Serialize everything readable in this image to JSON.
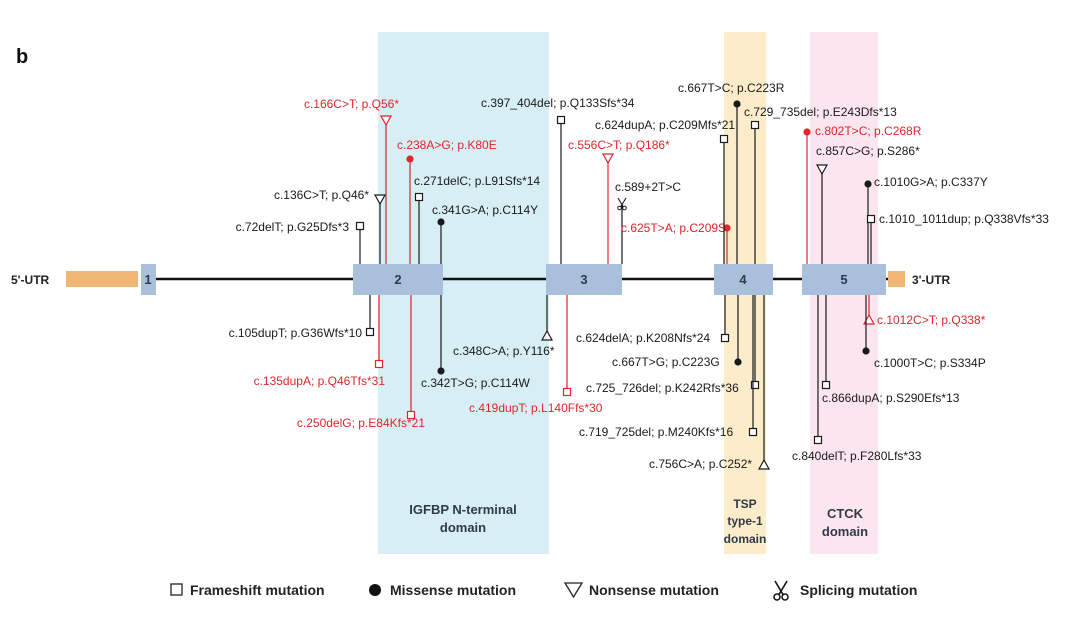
{
  "panel_label": "b",
  "colors": {
    "red": "#e0252b",
    "black": "#1a1a1a",
    "exon": "#a9bfdc",
    "utr": "#f0b774",
    "igfbp_bg": "#d7eef4",
    "tsp_bg": "#fcecc9",
    "ctck_bg": "#fbe6f0"
  },
  "utr": {
    "five": "5'-UTR",
    "three": "3'-UTR"
  },
  "exons": [
    "1",
    "2",
    "3",
    "4",
    "5"
  ],
  "domains": {
    "igfbp": [
      "IGFBP N-terminal",
      "domain"
    ],
    "tsp": [
      "TSP",
      "type-1",
      "domain"
    ],
    "ctck": [
      "CTCK",
      "domain"
    ]
  },
  "mutations": {
    "above": [
      {
        "label": "c.166C>T; p.Q56*",
        "type": "nonsense",
        "color": "red"
      },
      {
        "label": "c.238A>G; p.K80E",
        "type": "missense",
        "color": "red"
      },
      {
        "label": "c.136C>T; p.Q46*",
        "type": "nonsense",
        "color": "black"
      },
      {
        "label": "c.271delC; p.L91Sfs*14",
        "type": "frameshift",
        "color": "black"
      },
      {
        "label": "c.341G>A; p.C114Y",
        "type": "missense",
        "color": "black"
      },
      {
        "label": "c.72delT; p.G25Dfs*3",
        "type": "frameshift",
        "color": "black"
      },
      {
        "label": "c.397_404del; p.Q133Sfs*34",
        "type": "frameshift",
        "color": "black"
      },
      {
        "label": "c.556C>T; p.Q186*",
        "type": "nonsense",
        "color": "red"
      },
      {
        "label": "c.589+2T>C",
        "type": "splicing",
        "color": "black"
      },
      {
        "label": "c.625T>A; p.C209S",
        "type": "missense",
        "color": "red"
      },
      {
        "label": "c.667T>C; p.C223R",
        "type": "missense",
        "color": "black"
      },
      {
        "label": "c.624dupA; p.C209Mfs*21",
        "type": "frameshift",
        "color": "black"
      },
      {
        "label": "c.729_735del; p.E243Dfs*13",
        "type": "frameshift",
        "color": "black"
      },
      {
        "label": "c.802T>C; p.C268R",
        "type": "missense",
        "color": "red"
      },
      {
        "label": "c.857C>G; p.S286*",
        "type": "nonsense",
        "color": "black"
      },
      {
        "label": "c.1010G>A; p.C337Y",
        "type": "missense",
        "color": "black"
      },
      {
        "label": "c.1010_1011dup; p.Q338Vfs*33",
        "type": "frameshift",
        "color": "black"
      }
    ],
    "below": [
      {
        "label": "c.105dupT; p.G36Wfs*10",
        "type": "frameshift",
        "color": "black"
      },
      {
        "label": "c.135dupA; p.Q46Tfs*31",
        "type": "frameshift",
        "color": "red"
      },
      {
        "label": "c.250delG; p.E84Kfs*21",
        "type": "frameshift",
        "color": "red"
      },
      {
        "label": "c.342T>G; p.C114W",
        "type": "missense",
        "color": "black"
      },
      {
        "label": "c.348C>A; p.Y116*",
        "type": "nonsense",
        "color": "black"
      },
      {
        "label": "c.419dupT; p.L140Ffs*30",
        "type": "frameshift",
        "color": "red"
      },
      {
        "label": "c.624delA; p.K208Nfs*24",
        "type": "frameshift",
        "color": "black"
      },
      {
        "label": "c.667T>G; p.C223G",
        "type": "missense",
        "color": "black"
      },
      {
        "label": "c.725_726del; p.K242Rfs*36",
        "type": "frameshift",
        "color": "black"
      },
      {
        "label": "c.719_725del; p.M240Kfs*16",
        "type": "frameshift",
        "color": "black"
      },
      {
        "label": "c.756C>A; p.C252*",
        "type": "nonsense",
        "color": "black"
      },
      {
        "label": "c.1012C>T; p.Q338*",
        "type": "nonsense",
        "color": "red"
      },
      {
        "label": "c.1000T>C; p.S334P",
        "type": "missense",
        "color": "black"
      },
      {
        "label": "c.866dupA; p.S290Efs*13",
        "type": "frameshift",
        "color": "black"
      },
      {
        "label": "c.840delT; p.F280Lfs*33",
        "type": "frameshift",
        "color": "black"
      }
    ]
  },
  "legend": [
    {
      "type": "frameshift",
      "label": "Frameshift mutation"
    },
    {
      "type": "missense",
      "label": "Missense mutation"
    },
    {
      "type": "nonsense",
      "label": "Nonsense mutation"
    },
    {
      "type": "splicing",
      "label": "Splicing mutation"
    }
  ]
}
